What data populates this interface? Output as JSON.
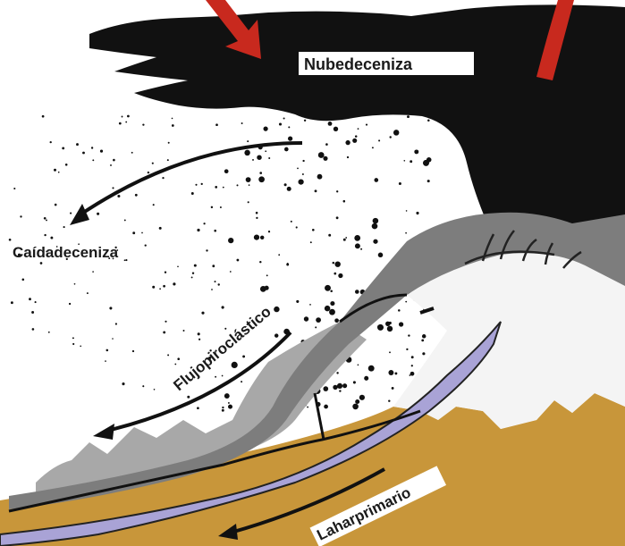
{
  "labels": {
    "ash_cloud": "Nubedeceniza",
    "ash_fall": "Caídadeceniza",
    "pyroclastic_flow": "Flujopiroclástico",
    "primary_lahar": "Laharprimario"
  },
  "colors": {
    "ash_cloud": "#111111",
    "ground": "#c8963a",
    "lahar": "#a9a3d6",
    "pyroclastic_deposit": "#7d7d7d",
    "old_deposit": "#a8a8a8",
    "snow": "#f4f4f4",
    "eruption_arrows": "#c8291e",
    "arrows": "#111111"
  }
}
